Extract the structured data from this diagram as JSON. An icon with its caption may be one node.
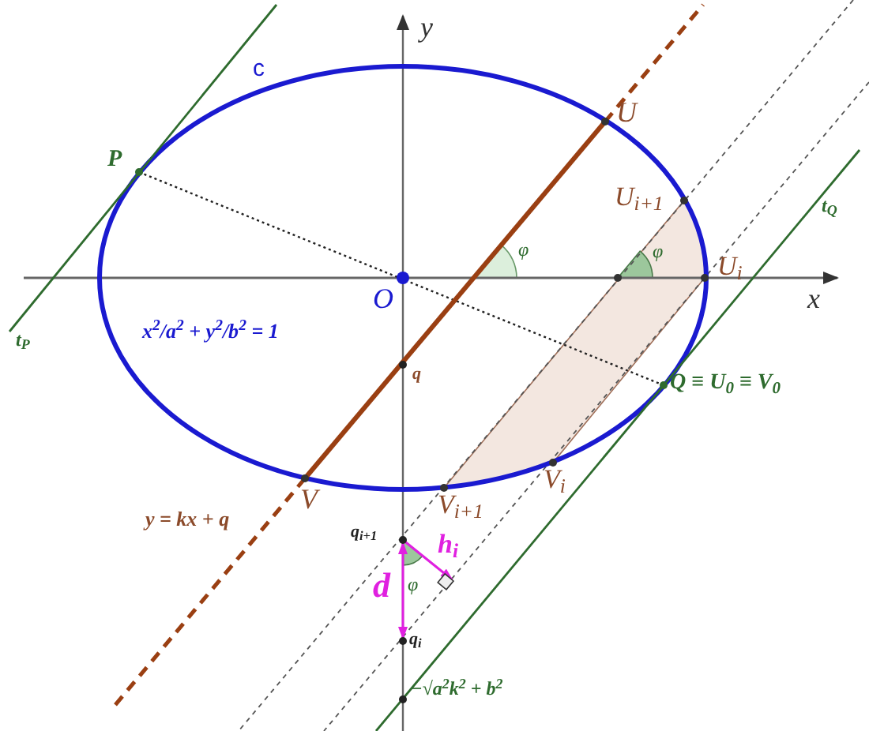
{
  "diagram": {
    "labels": [
      "y",
      "c",
      "U",
      "P",
      "U$_{i+1}$",
      "t$_{Q}$",
      "φ",
      "φ",
      "U$_{i}$",
      "O",
      "x",
      "t$_{P}$",
      "x$^{2}$/a$^{2}$ + y$^{2}$/b$^{2}$ = 1",
      "q",
      "Q ≡ U$_{0}$ ≡ V$_{0}$",
      "V",
      "V$_{i+1}$",
      "V$_{i}$",
      "y = kx + q",
      "q$_{i+1}$",
      "h$_{i}$",
      "d",
      "φ",
      "q$_{i}$",
      "−√a$^{2}$k$^{2}$ + b$^{2}$"
    ]
  }
}
